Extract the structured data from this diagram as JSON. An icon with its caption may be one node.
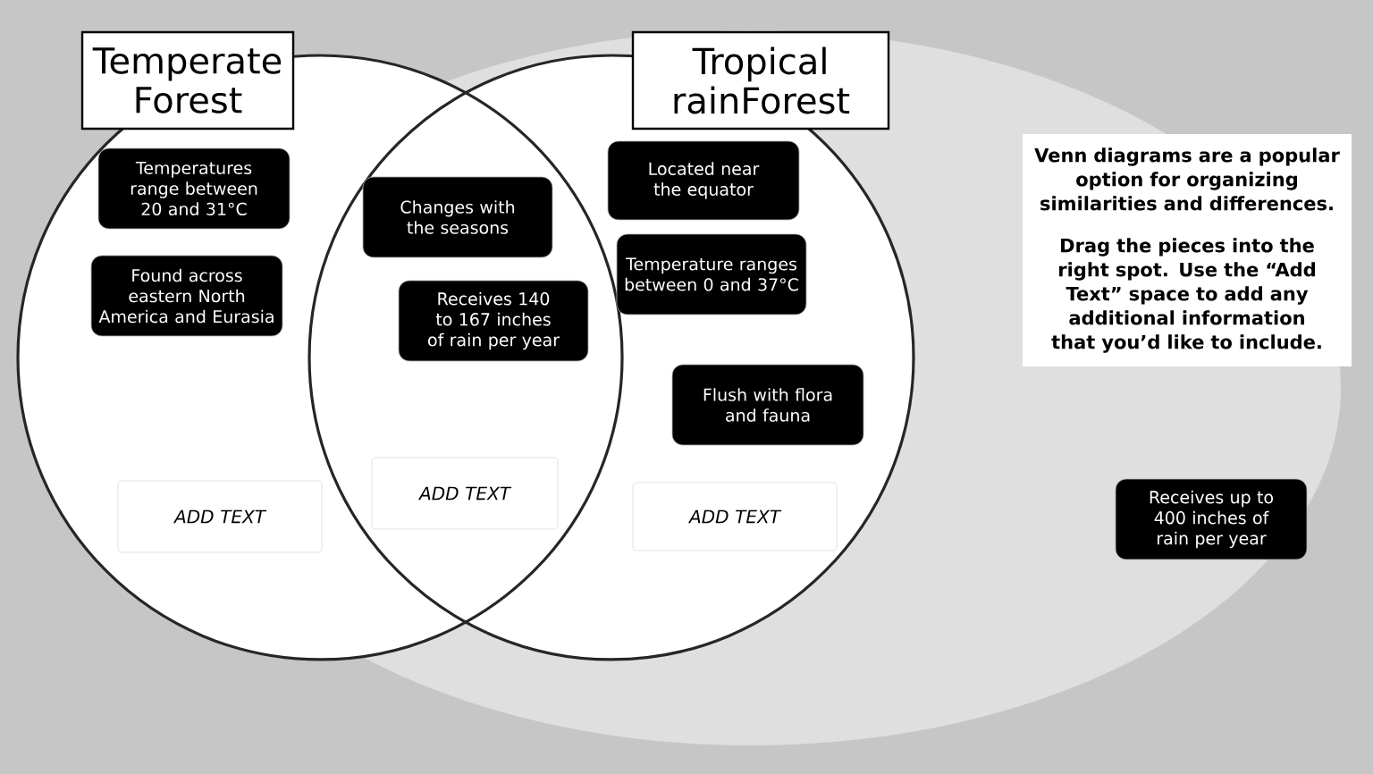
{
  "diagram": {
    "nodes": [
      {
        "text": [],
        "shape": "circle"
      },
      {
        "text": [],
        "shape": "circle"
      },
      {
        "text": [
          "Temperate Forest"
        ]
      },
      {
        "text": [
          "Tropical rainForest"
        ]
      },
      {
        "text": [
          "Temperatures range between 20 and 31°C"
        ],
        "in": 0
      },
      {
        "text": [
          "Found across eastern North America and Eurasia"
        ],
        "in": 0
      },
      {
        "text": [
          "Changes with the seasons"
        ]
      },
      {
        "text": [
          "Receives 140 to 167 inches of rain per year"
        ]
      },
      {
        "text": [
          "Located near the equator"
        ],
        "in": 1
      },
      {
        "text": [
          "Temperature ranges between 0 and 37°C"
        ],
        "in": 1
      },
      {
        "text": [
          "Flush with flora and fauna"
        ],
        "in": 1
      },
      {
        "text": [
          "ADD TEXT"
        ],
        "in": 0
      },
      {
        "text": [
          "ADD TEXT"
        ]
      },
      {
        "text": [
          "ADD TEXT"
        ],
        "in": 1
      },
      {
        "text": [
          "Venn diagrams are a popular option for organizing similarities and differences.",
          "Drag the pieces into the right spot. Use the “Add Text” space to add any additional information that you’d like to include."
        ]
      },
      {
        "text": [
          "Receives up to 400 inches of rain per year"
        ]
      }
    ]
  }
}
